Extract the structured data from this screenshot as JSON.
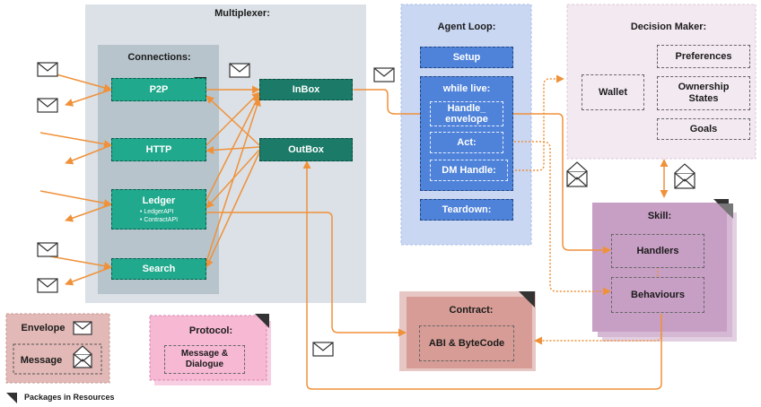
{
  "multiplexer": {
    "title": "Multiplexer:",
    "connections_title": "Connections:",
    "connections": [
      {
        "name": "P2P"
      },
      {
        "name": "HTTP"
      },
      {
        "name": "Ledger",
        "sub": [
          "• LedgerAPI",
          "• ContractAPI"
        ]
      },
      {
        "name": "Search"
      }
    ],
    "inbox": "InBox",
    "outbox": "OutBox"
  },
  "agent_loop": {
    "title": "Agent Loop:",
    "setup": "Setup",
    "while_live": "while live:",
    "handle_envelope_1": "Handle_",
    "handle_envelope_2": "envelope",
    "act": "Act:",
    "dm_handle": "DM Handle:",
    "teardown": "Teardown:"
  },
  "decision_maker": {
    "title": "Decision Maker:",
    "wallet": "Wallet",
    "preferences": "Preferences",
    "ownership_1": "Ownership",
    "ownership_2": "States",
    "goals": "Goals"
  },
  "skill": {
    "title": "Skill:",
    "handlers": "Handlers",
    "behaviours": "Behaviours"
  },
  "contract": {
    "title": "Contract:",
    "abi": "ABI & ByteCode"
  },
  "legend": {
    "envelope": "Envelope",
    "message": "Message",
    "packages": "Packages in Resources"
  },
  "protocol": {
    "title": "Protocol:",
    "content_1": "Message &",
    "content_2": "Dialogue"
  },
  "colors": {
    "arrow": "#f0913a",
    "multiplexer_bg": "#dbe1e6",
    "connections_bg": "#b7c4cc",
    "agent_loop_bg": "#c9d7f3",
    "decision_bg": "#f3e9f1",
    "skill_bg": "#c79fc4",
    "contract_bg": "#d69c95",
    "protocol_bg": "#f6b8d3",
    "legend_bg": "#e2b9b6"
  }
}
